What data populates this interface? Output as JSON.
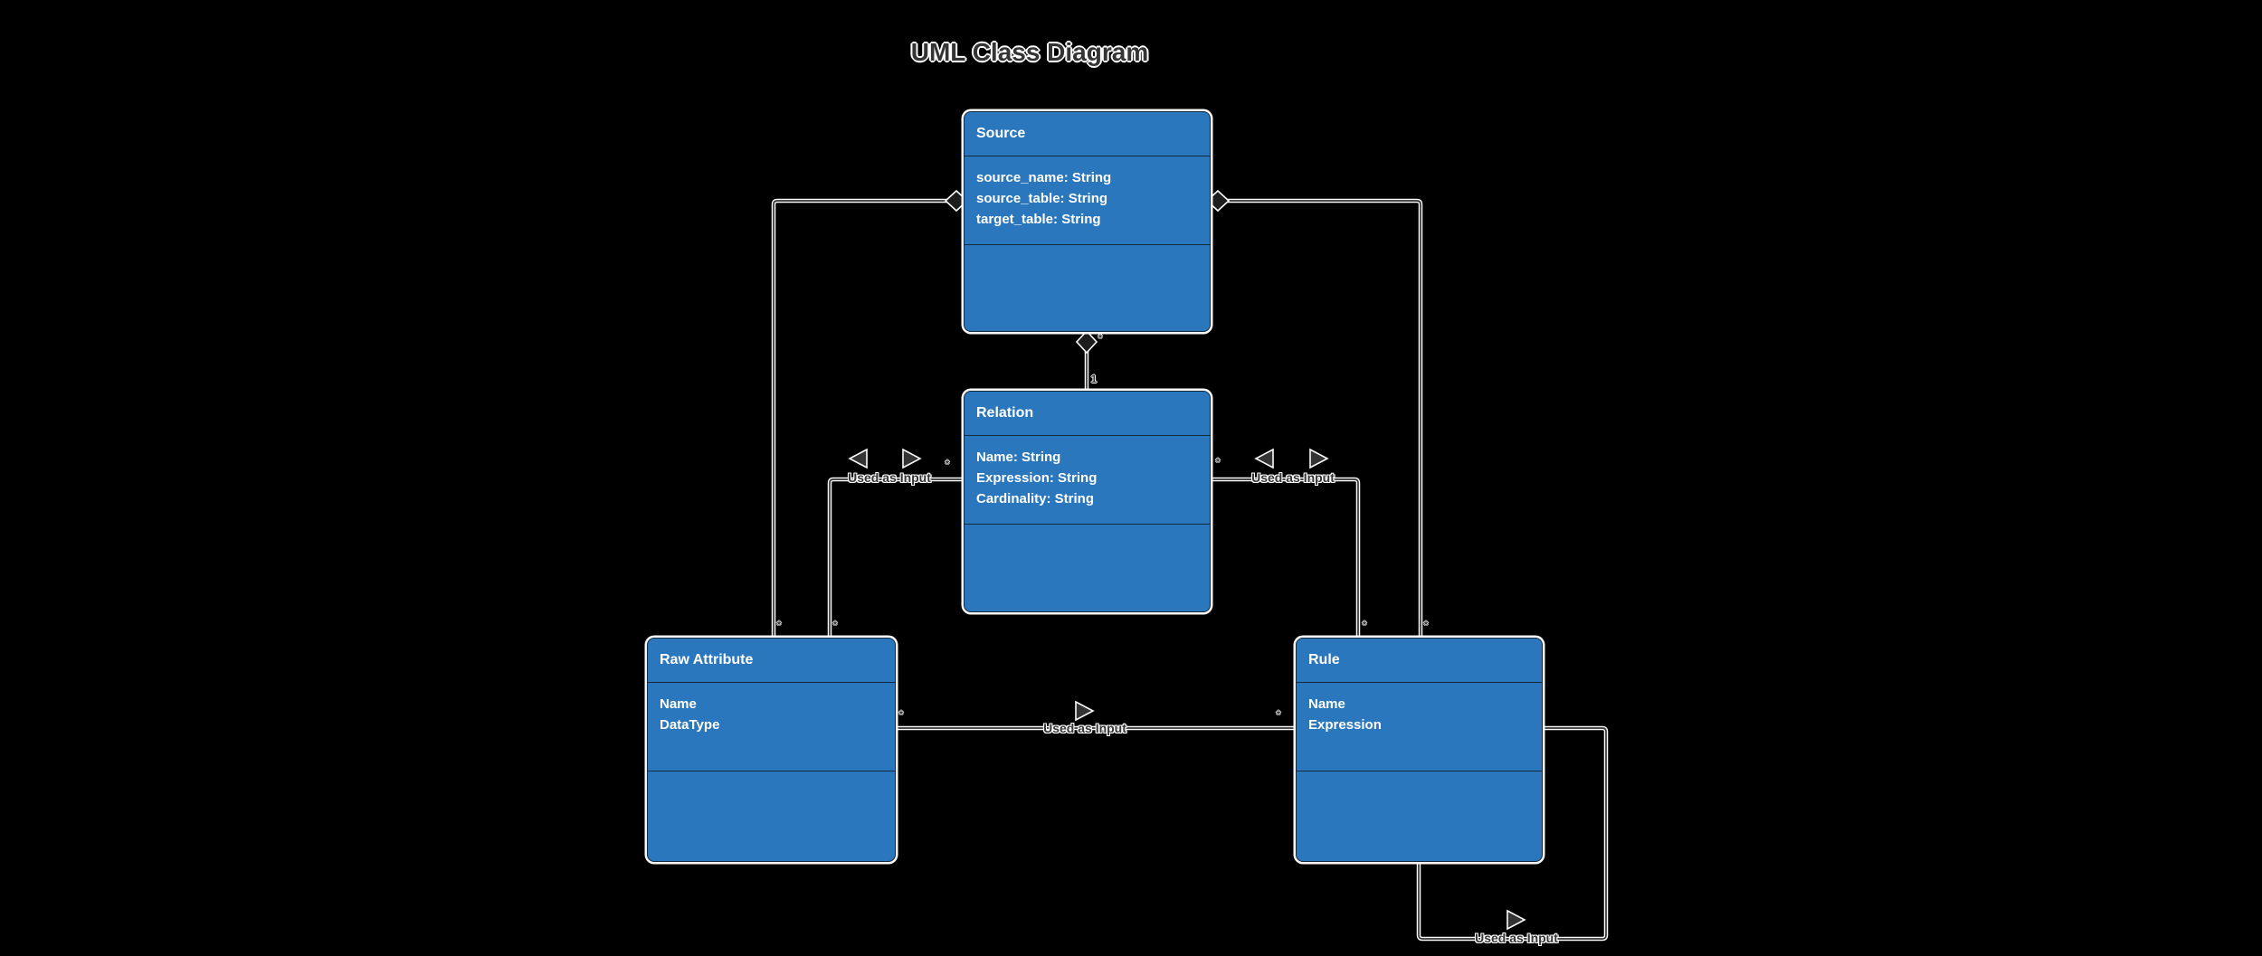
{
  "page": {
    "title": "UML Class Diagram",
    "background_color": "#000000"
  },
  "colors": {
    "class_fill": "#2b77bd",
    "class_border": "#14283c",
    "class_text": "#ffffff",
    "line_core": "#343434",
    "line_halo": "#ffffff",
    "title_text": "#343434"
  },
  "classes": [
    {
      "name": "Source",
      "attributes": [
        "source_name: String",
        "source_table: String",
        "target_table: String"
      ]
    },
    {
      "name": "Relation",
      "attributes": [
        "Name: String",
        "Expression: String",
        "Cardinality: String"
      ]
    },
    {
      "name": "Raw Attribute",
      "attributes": [
        "Name",
        "DataType"
      ]
    },
    {
      "name": "Rule",
      "attributes": [
        "Name",
        "Expression"
      ]
    }
  ],
  "edges": [
    {
      "from": "Source",
      "to": "Relation",
      "type": "composition",
      "label": "",
      "mult_from": "*",
      "mult_to": "1"
    },
    {
      "from": "Source",
      "to": "Raw Attribute",
      "type": "composition",
      "label": "",
      "mult_from": "",
      "mult_to": "*"
    },
    {
      "from": "Source",
      "to": "Rule",
      "type": "composition",
      "label": "",
      "mult_from": "",
      "mult_to": "*"
    },
    {
      "from": "Relation",
      "to": "Raw Attribute",
      "type": "association",
      "label": "Used as Input",
      "mult_from": "*",
      "mult_to": "*"
    },
    {
      "from": "Relation",
      "to": "Rule",
      "type": "association",
      "label": "Used as Input",
      "mult_from": "*",
      "mult_to": "*"
    },
    {
      "from": "Raw Attribute",
      "to": "Rule",
      "type": "association",
      "label": "Used as Input",
      "mult_from": "*",
      "mult_to": "*"
    },
    {
      "from": "Rule",
      "to": "Rule",
      "type": "association",
      "label": "Used as Input",
      "mult_from": "",
      "mult_to": ""
    }
  ]
}
